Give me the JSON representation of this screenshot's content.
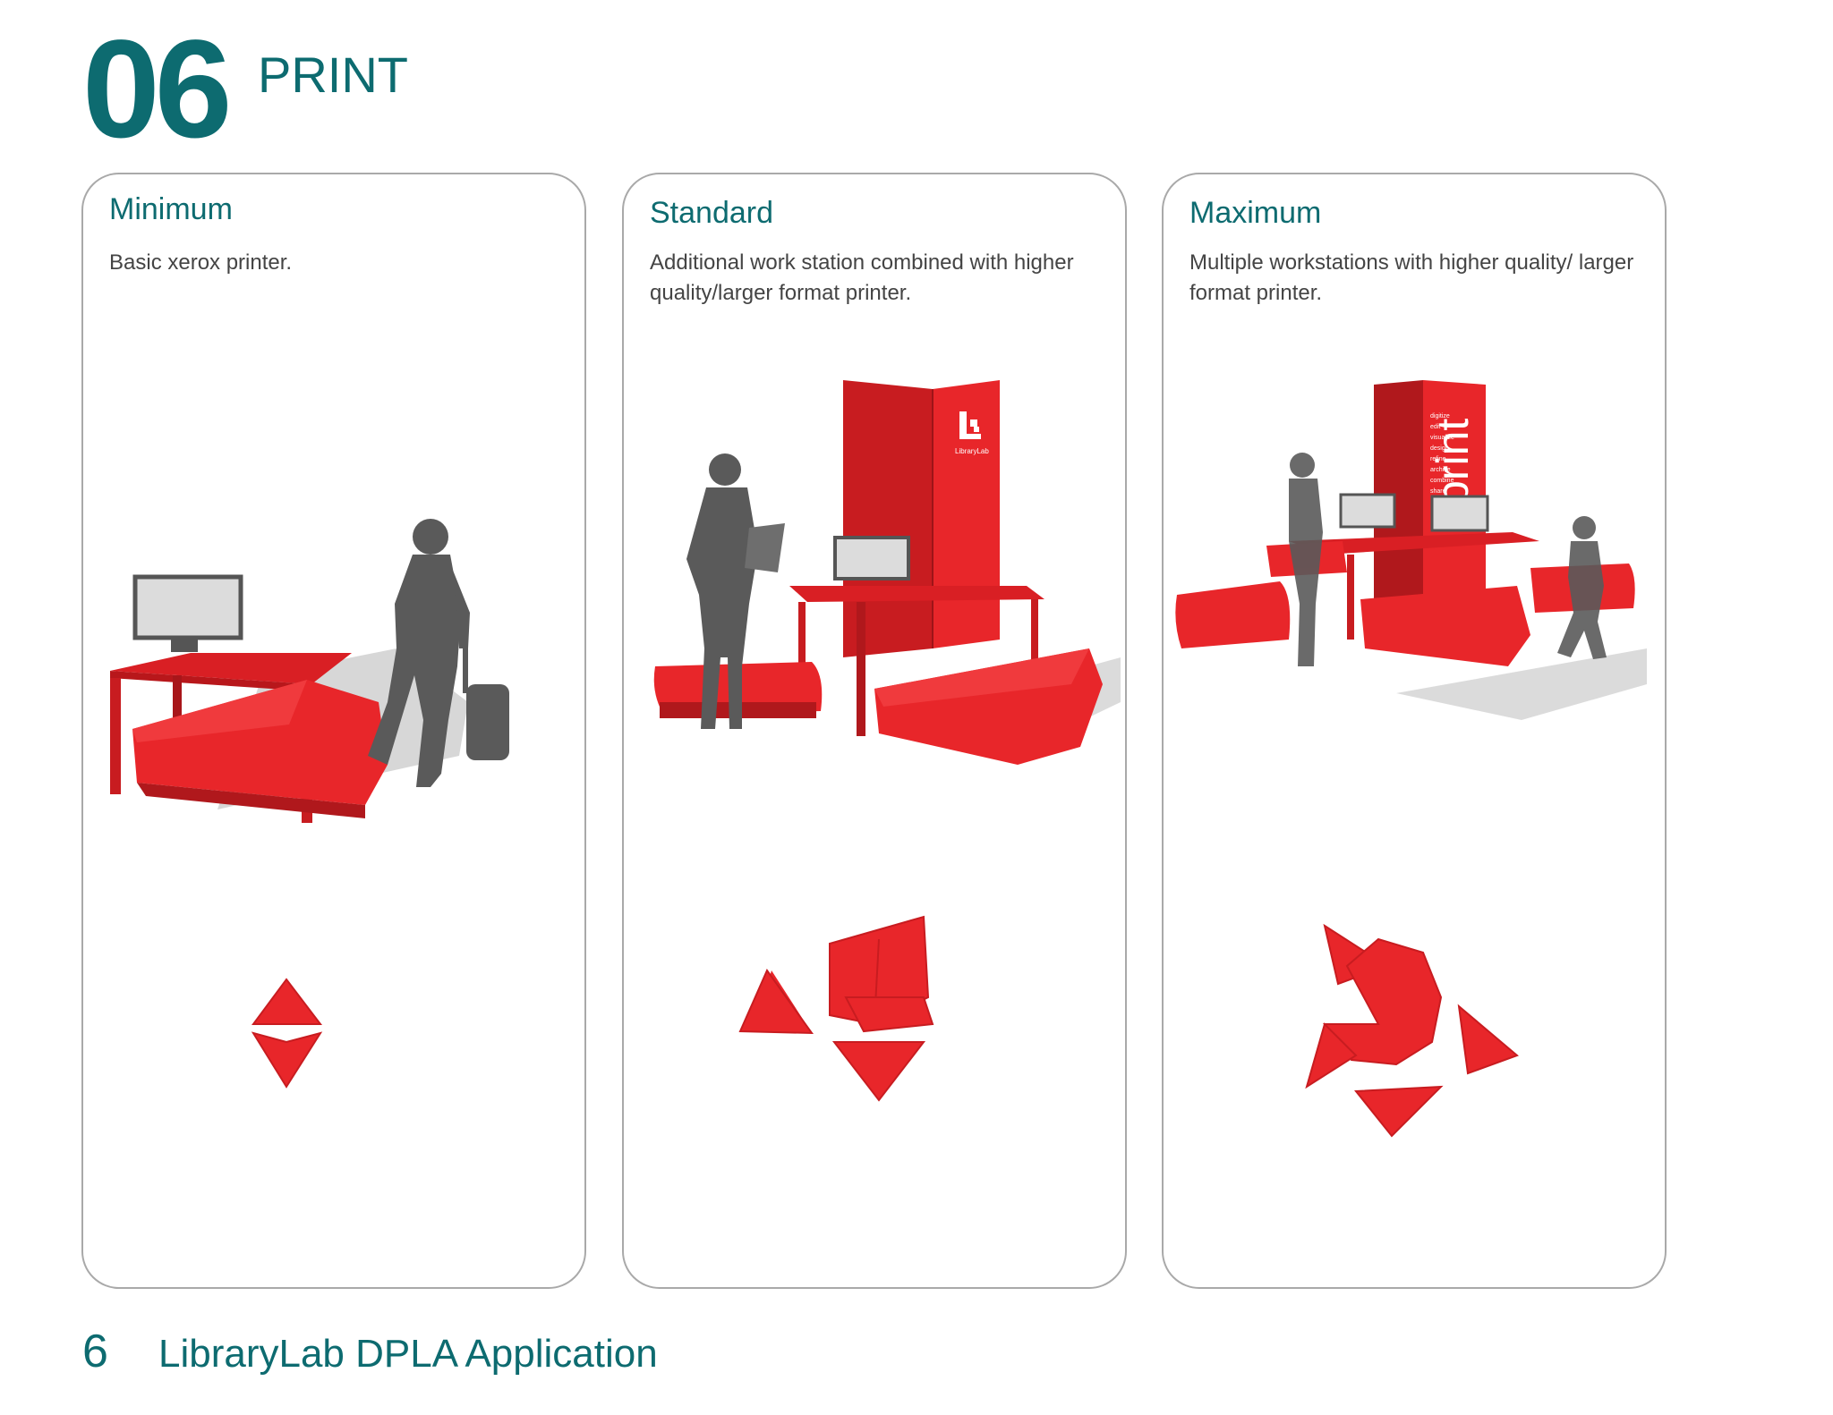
{
  "header": {
    "section_number": "06",
    "section_title": "PRINT"
  },
  "options": [
    {
      "title": "Minimum",
      "description": "Basic xerox printer."
    },
    {
      "title": "Standard",
      "description": "Additional work station combined with higher quality/larger format printer."
    },
    {
      "title": "Maximum",
      "description": "Multiple workstations with higher quality/ larger format printer."
    }
  ],
  "signage": {
    "panel_logo": "LibraryLab",
    "tower_word": "print",
    "tower_list": [
      "digitize",
      "edit",
      "visualize",
      "design",
      "refine",
      "archive",
      "combine",
      "share"
    ]
  },
  "footer": {
    "page_number": "6",
    "document_title": "LibraryLab DPLA Application"
  },
  "colors": {
    "accent": "#0d6b70",
    "furniture": "#e8262a",
    "card_border": "#a9a9a9",
    "silhouette": "#5a5a5a"
  }
}
